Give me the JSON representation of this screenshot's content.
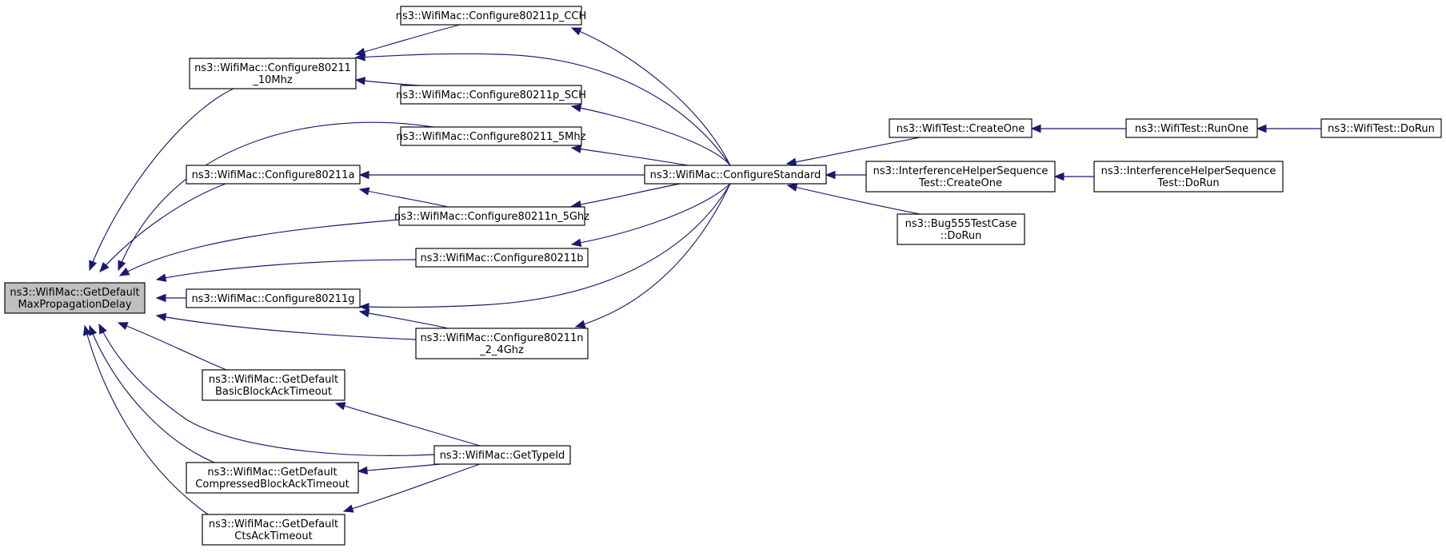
{
  "title": "",
  "nodes": [
    {
      "id": "root",
      "lines": [
        "ns3::WifiMac::GetDefault",
        "MaxPropagationDelay"
      ],
      "highlight": true
    },
    {
      "id": "c10mhz",
      "lines": [
        "ns3::WifiMac::Configure80211",
        "_10Mhz"
      ]
    },
    {
      "id": "c80211a",
      "lines": [
        "ns3::WifiMac::Configure80211a"
      ]
    },
    {
      "id": "c80211g",
      "lines": [
        "ns3::WifiMac::Configure80211g"
      ]
    },
    {
      "id": "basicack",
      "lines": [
        "ns3::WifiMac::GetDefault",
        "BasicBlockAckTimeout"
      ]
    },
    {
      "id": "compack",
      "lines": [
        "ns3::WifiMac::GetDefault",
        "CompressedBlockAckTimeout"
      ]
    },
    {
      "id": "ctsack",
      "lines": [
        "ns3::WifiMac::GetDefault",
        "CtsAckTimeout"
      ]
    },
    {
      "id": "pcch",
      "lines": [
        "ns3::WifiMac::Configure80211p_CCH"
      ]
    },
    {
      "id": "psch",
      "lines": [
        "ns3::WifiMac::Configure80211p_SCH"
      ]
    },
    {
      "id": "c5mhz",
      "lines": [
        "ns3::WifiMac::Configure80211_5Mhz"
      ]
    },
    {
      "id": "n5ghz",
      "lines": [
        "ns3::WifiMac::Configure80211n_5Ghz"
      ]
    },
    {
      "id": "c80211b",
      "lines": [
        "ns3::WifiMac::Configure80211b"
      ]
    },
    {
      "id": "n24ghz",
      "lines": [
        "ns3::WifiMac::Configure80211n",
        "_2_4Ghz"
      ]
    },
    {
      "id": "typeid",
      "lines": [
        "ns3::WifiMac::GetTypeId"
      ]
    },
    {
      "id": "cfgstd",
      "lines": [
        "ns3::WifiMac::ConfigureStandard"
      ]
    },
    {
      "id": "wtcreate",
      "lines": [
        "ns3::WifiTest::CreateOne"
      ]
    },
    {
      "id": "ihcreate",
      "lines": [
        "ns3::InterferenceHelperSequence",
        "Test::CreateOne"
      ]
    },
    {
      "id": "bug555",
      "lines": [
        "ns3::Bug555TestCase",
        "::DoRun"
      ]
    },
    {
      "id": "wtrun",
      "lines": [
        "ns3::WifiTest::RunOne"
      ]
    },
    {
      "id": "ihdorun",
      "lines": [
        "ns3::InterferenceHelperSequence",
        "Test::DoRun"
      ]
    },
    {
      "id": "wtdorun",
      "lines": [
        "ns3::WifiTest::DoRun"
      ]
    }
  ],
  "edges": [
    {
      "from": "c10mhz",
      "to": "root"
    },
    {
      "from": "c5mhz",
      "to": "root"
    },
    {
      "from": "c80211a",
      "to": "root"
    },
    {
      "from": "n5ghz",
      "to": "root"
    },
    {
      "from": "c80211b",
      "to": "root"
    },
    {
      "from": "c80211g",
      "to": "root"
    },
    {
      "from": "n24ghz",
      "to": "root"
    },
    {
      "from": "basicack",
      "to": "root"
    },
    {
      "from": "typeid",
      "to": "root"
    },
    {
      "from": "compack",
      "to": "root"
    },
    {
      "from": "ctsack",
      "to": "root"
    },
    {
      "from": "pcch",
      "to": "c10mhz"
    },
    {
      "from": "psch",
      "to": "c10mhz"
    },
    {
      "from": "cfgstd",
      "to": "c10mhz"
    },
    {
      "from": "cfgstd",
      "to": "c80211a"
    },
    {
      "from": "n5ghz",
      "to": "c80211a"
    },
    {
      "from": "cfgstd",
      "to": "c80211g"
    },
    {
      "from": "n24ghz",
      "to": "c80211g"
    },
    {
      "from": "typeid",
      "to": "basicack"
    },
    {
      "from": "typeid",
      "to": "compack"
    },
    {
      "from": "typeid",
      "to": "ctsack"
    },
    {
      "from": "cfgstd",
      "to": "pcch"
    },
    {
      "from": "cfgstd",
      "to": "psch"
    },
    {
      "from": "cfgstd",
      "to": "c5mhz"
    },
    {
      "from": "cfgstd",
      "to": "n5ghz"
    },
    {
      "from": "cfgstd",
      "to": "c80211b"
    },
    {
      "from": "cfgstd",
      "to": "n24ghz"
    },
    {
      "from": "wtcreate",
      "to": "cfgstd"
    },
    {
      "from": "ihcreate",
      "to": "cfgstd"
    },
    {
      "from": "bug555",
      "to": "cfgstd"
    },
    {
      "from": "wtrun",
      "to": "wtcreate"
    },
    {
      "from": "ihdorun",
      "to": "ihcreate"
    },
    {
      "from": "wtdorun",
      "to": "wtrun"
    }
  ],
  "colors": {
    "edge": "#191970",
    "highlight_fill": "#bfbfbf",
    "node_border": "#000000"
  }
}
